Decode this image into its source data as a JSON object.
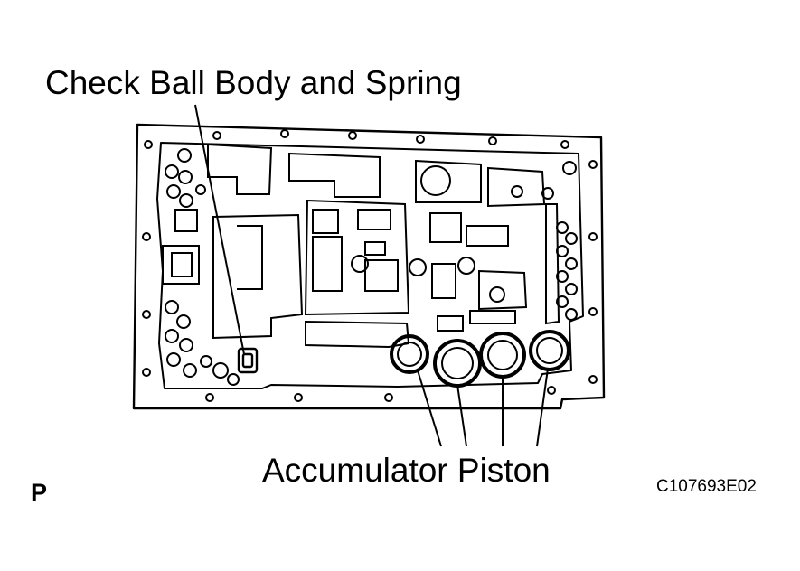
{
  "labels": {
    "check_ball": "Check Ball Body and Spring",
    "accumulator": "Accumulator Piston",
    "view_letter": "P",
    "figure_code": "C107693E02"
  },
  "colors": {
    "ink": "#000000",
    "paper": "#ffffff"
  }
}
